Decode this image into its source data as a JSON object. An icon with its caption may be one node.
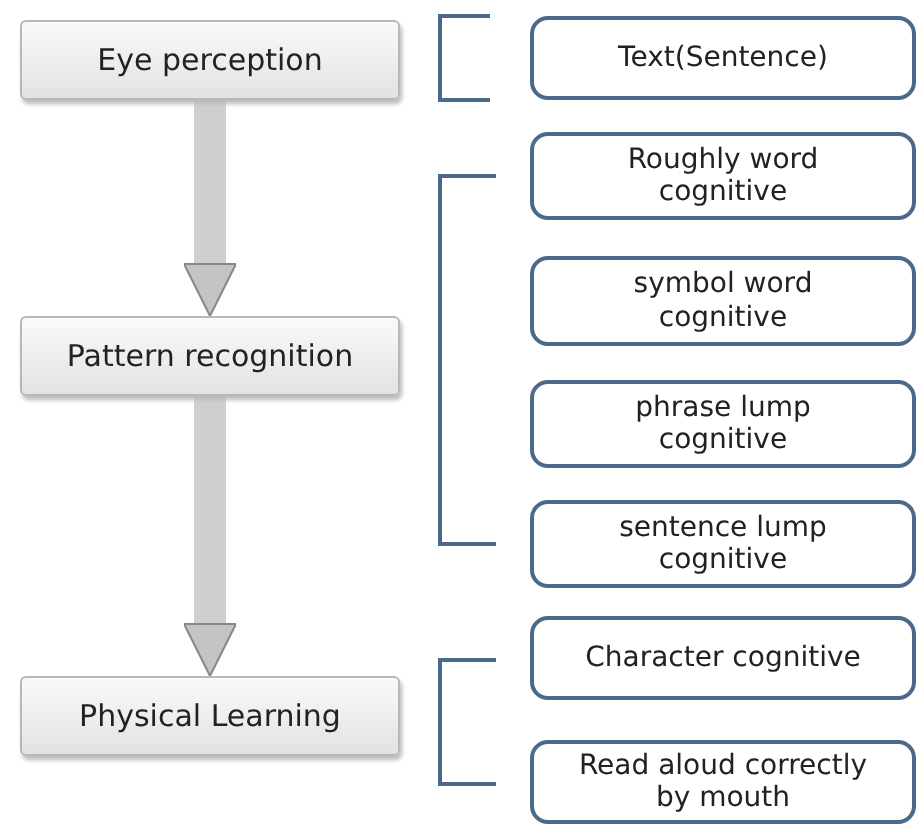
{
  "diagram": {
    "nodes": [
      {
        "text": [
          "Eye perception"
        ]
      },
      {
        "text": [
          "Text(Sentence)"
        ]
      },
      {
        "text": [
          "Pattern recognition"
        ]
      },
      {
        "text": [
          "Roughly word cognitive"
        ]
      },
      {
        "text": [
          "symbol word cognitive"
        ]
      },
      {
        "text": [
          "phrase lump cognitive"
        ]
      },
      {
        "text": [
          "sentence lump cognitive"
        ]
      },
      {
        "text": [
          "Physical Learning"
        ]
      },
      {
        "text": [
          "Character cognitive"
        ]
      },
      {
        "text": [
          "Read aloud correctly by mouth"
        ]
      }
    ],
    "edges": [
      {
        "from": 0,
        "to": 2,
        "arrow": "to"
      },
      {
        "from": 2,
        "to": 7,
        "arrow": "to"
      }
    ]
  }
}
